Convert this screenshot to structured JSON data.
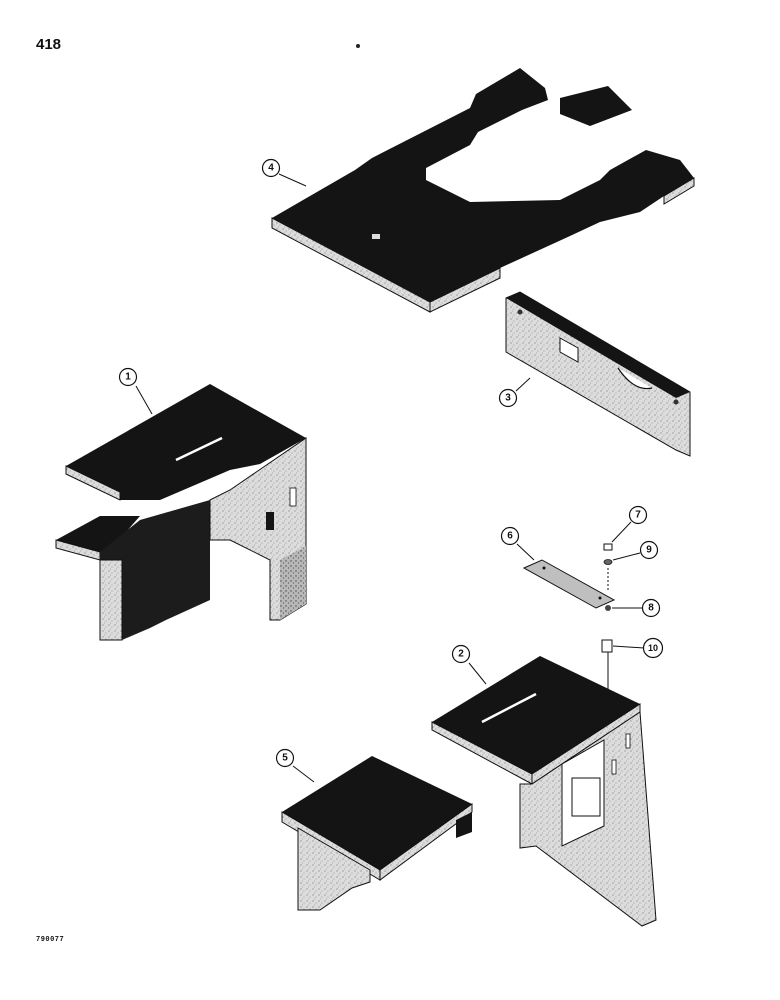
{
  "page": {
    "number": "418",
    "figure_code": "790077"
  },
  "callouts": [
    {
      "id": "1",
      "part": "side-panel-l"
    },
    {
      "id": "2",
      "part": "support-2"
    },
    {
      "id": "3",
      "part": "front-plate"
    },
    {
      "id": "4",
      "part": "platform"
    },
    {
      "id": "5",
      "part": "support-5"
    },
    {
      "id": "6",
      "part": "plate-6"
    },
    {
      "id": "7",
      "part": "bolt"
    },
    {
      "id": "8",
      "part": "nut"
    },
    {
      "id": "9",
      "part": "washer"
    },
    {
      "id": "10",
      "part": "bushing"
    }
  ],
  "colors": {
    "surface_dark": "#141414",
    "edge_light": "#d9d9d9",
    "ink": "#111111"
  }
}
